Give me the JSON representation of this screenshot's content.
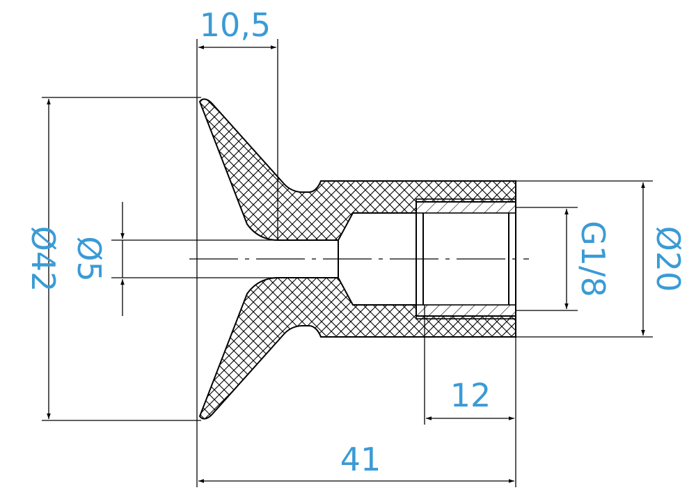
{
  "dimensions": {
    "top_width": "10,5",
    "outer_diameter": "Ø42",
    "bore_diameter": "Ø5",
    "thread": "G1/8",
    "body_diameter": "Ø20",
    "thread_length": "12",
    "overall_length": "41"
  },
  "colors": {
    "dimension_text": "#3a9bd5",
    "lines": "#000000",
    "background": "#ffffff"
  }
}
